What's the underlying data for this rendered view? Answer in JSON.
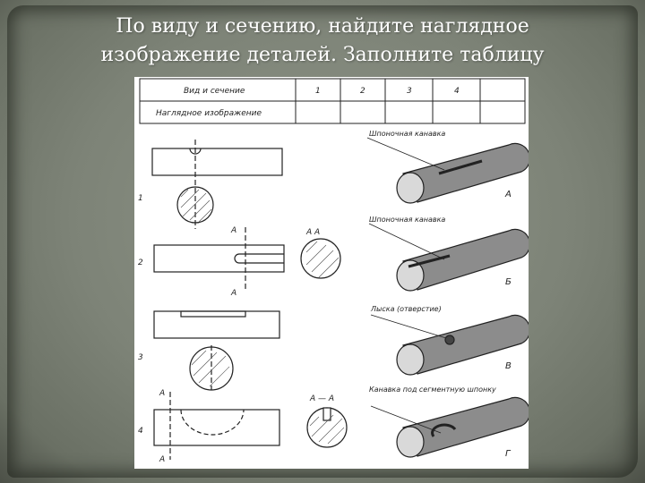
{
  "slide": {
    "title_line1": "По виду и сечению, найдите наглядное",
    "title_line2": "изображение деталей. Заполните таблицу"
  },
  "table": {
    "header_label": "Вид и сечение",
    "row_label": "Наглядное изображение",
    "columns": [
      "1",
      "2",
      "3",
      "4"
    ]
  },
  "views": {
    "nums": [
      "1",
      "2",
      "3",
      "4"
    ],
    "section_mark": "А",
    "section_label_2": "А  А",
    "section_label_4": "А — А"
  },
  "pictorials": {
    "labels": [
      "Шпоночная канавка",
      "Шпоночная канавка",
      "Лыска (отверстие)",
      "Канавка под сегментную шпонку"
    ],
    "letters": [
      "А",
      "Б",
      "В",
      "Г"
    ]
  }
}
